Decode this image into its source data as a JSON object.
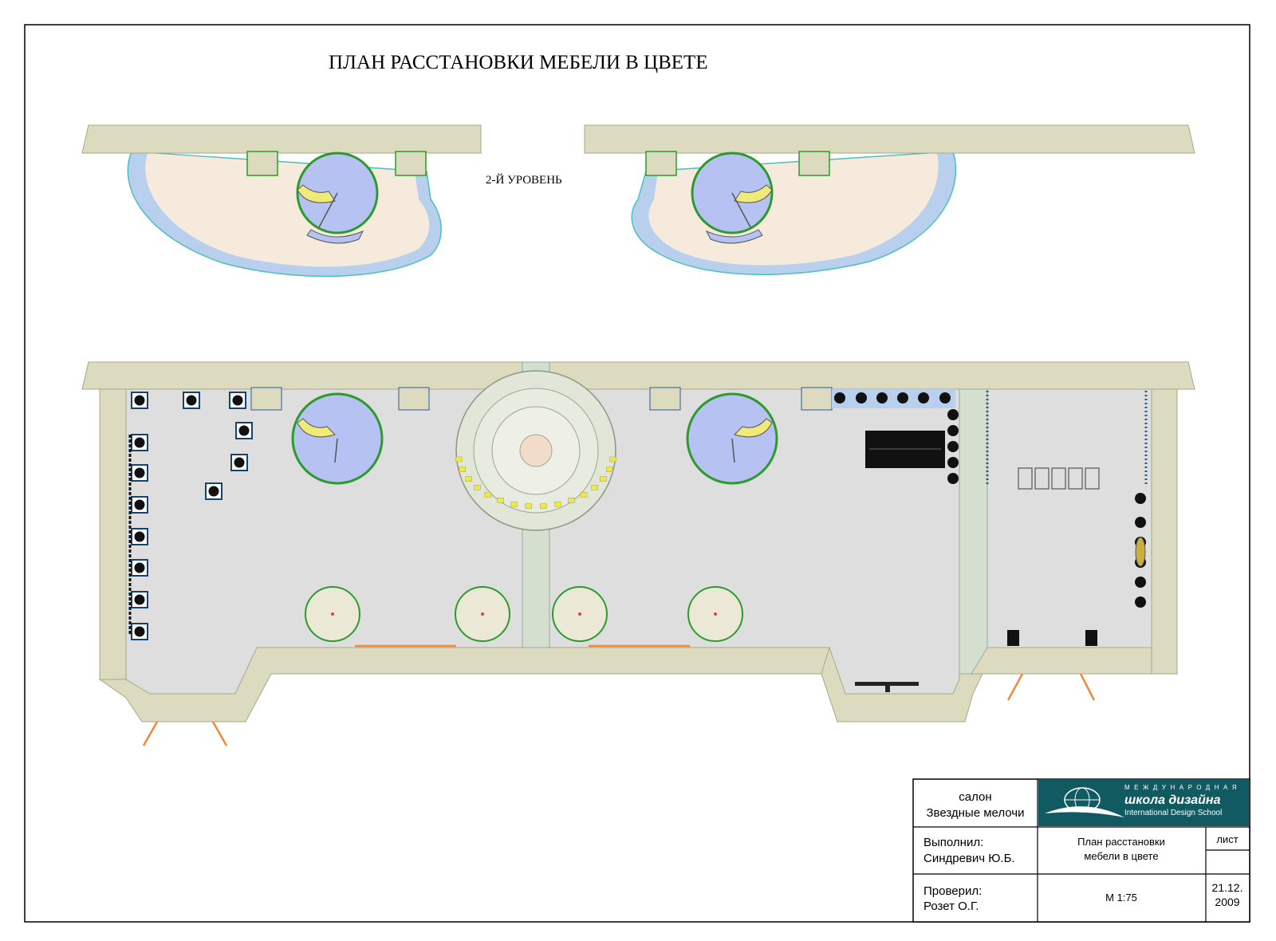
{
  "sheet": {
    "title": "ПЛАН  РАССТАНОВКИ  МЕБЕЛИ В ЦВЕТЕ",
    "level_label": "2-Й УРОВЕНЬ"
  },
  "colors": {
    "wall": "#dcdbbf",
    "floor_main": "#dedede",
    "floor_upper": "#f5eadb",
    "glass_edge": "#b8cfee",
    "stair": "#b6c2f2",
    "stair_rail": "#2d9a2d",
    "stair_step": "#f0ea7a",
    "door": "#f08a3a",
    "partition": "#d4dfd0",
    "logo_bg": "#115a61",
    "pedestal_blue": "#16426e"
  },
  "stamp": {
    "project_line1": "салон",
    "project_line2": "Звездные мелочи",
    "logo_top": "МЕЖДУНАРОДНАЯ",
    "logo_main": "школа дизайна",
    "logo_sub": "International Design School",
    "made_by_label": "Выполнил:",
    "made_by_name": "Синдревич Ю.Б.",
    "drawing_line1": "План расстановки",
    "drawing_line2": "мебели в цвете",
    "sheet_label": "лист",
    "checked_label": "Проверил:",
    "checked_name": "Розет О.Г.",
    "scale": "М 1:75",
    "date_line1": "21.12.",
    "date_line2": "2009"
  }
}
